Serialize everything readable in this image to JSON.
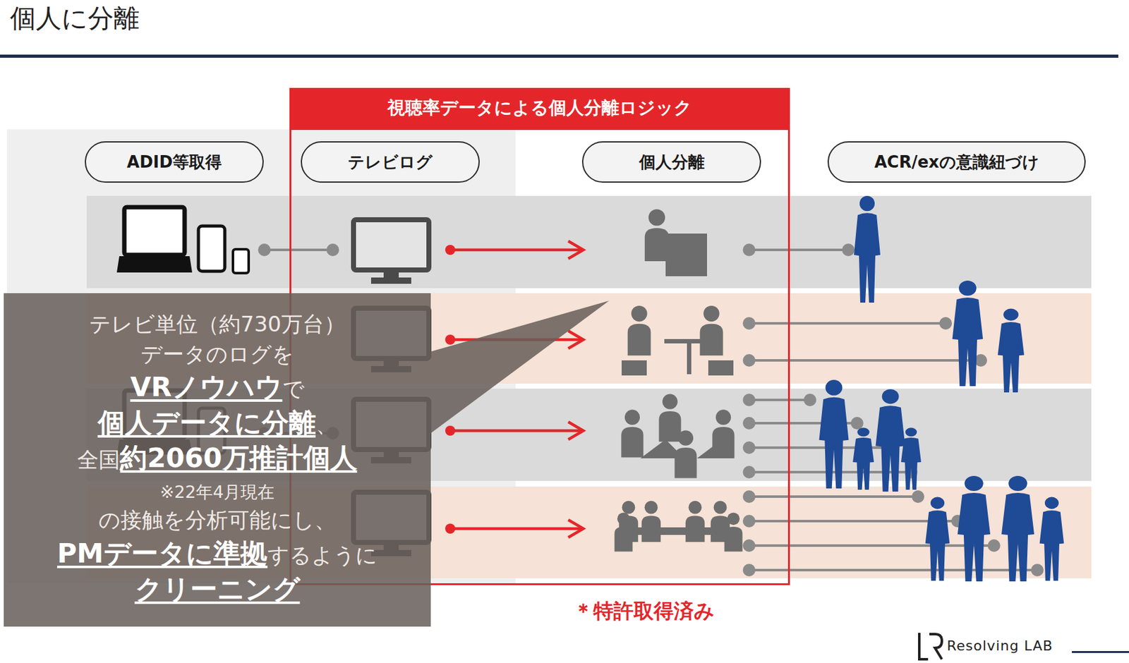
{
  "diagram": {
    "title": "個人に分離",
    "nodes": [
      {
        "text": [
          "視聴率データによる個人分離ロジック"
        ]
      },
      {
        "text": [
          "ADID等取得"
        ]
      },
      {
        "text": [
          "テレビログ"
        ],
        "in": 0
      },
      {
        "text": [
          "個人分離"
        ],
        "in": 0
      },
      {
        "text": [
          "ACR/exの意識紐づけ"
        ]
      },
      {
        "text": [
          "テレビ単位（約730万台）",
          "データのログを",
          "VRノウハウ",
          "で",
          "個人データに分離",
          "、",
          "全国",
          "約2060万推計個人",
          "※22年4月現在",
          "の接触を分析可能にし、",
          "PMデータに準拠",
          "するように",
          "クリーニング"
        ]
      }
    ],
    "labels": [
      "＊特許取得済み",
      "Resolving LAB"
    ]
  }
}
